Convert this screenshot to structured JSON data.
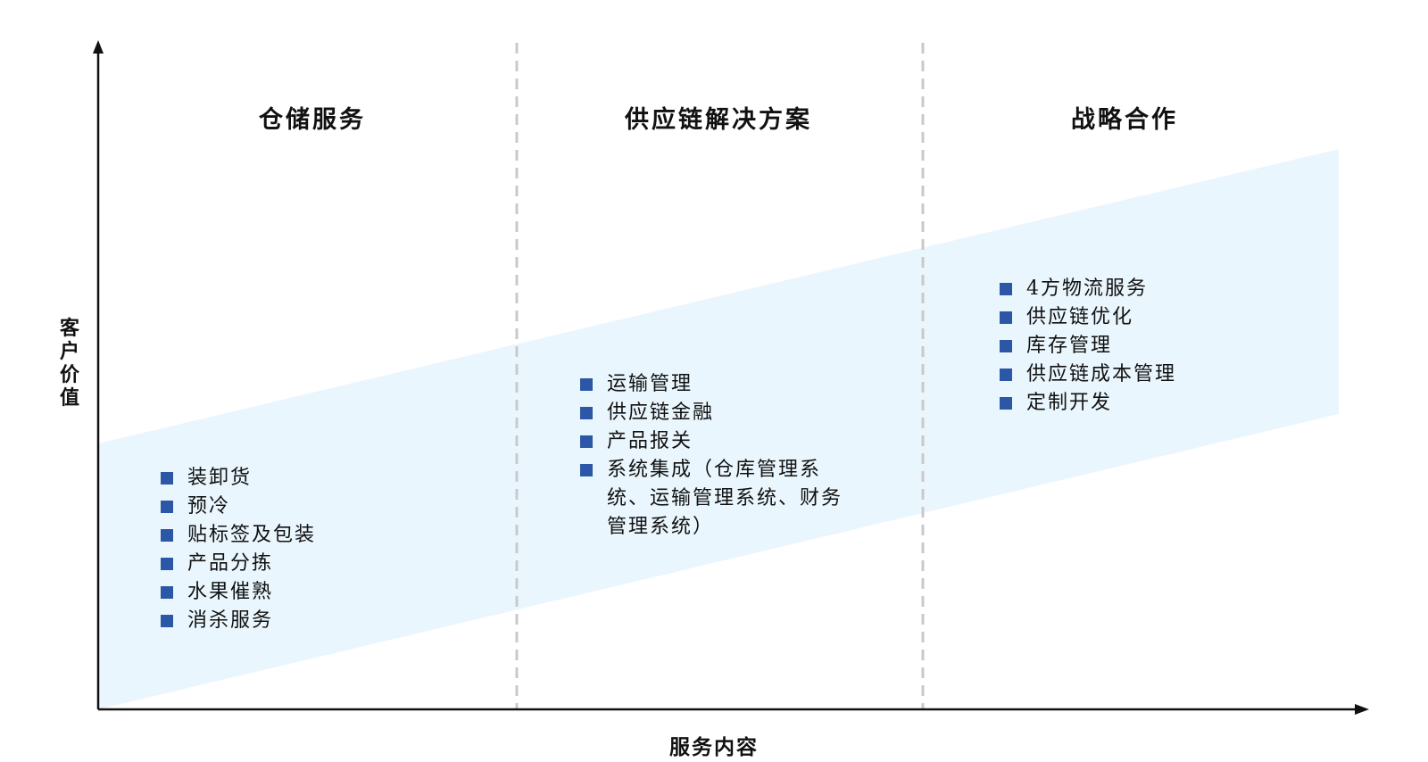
{
  "axes": {
    "y_label_chars": [
      "客",
      "户",
      "价",
      "值"
    ],
    "x_label": "服务内容"
  },
  "columns": [
    {
      "title": "仓储服务",
      "items": [
        "装卸货",
        "预冷",
        "贴标签及包装",
        "产品分拣",
        "水果催熟",
        "消杀服务"
      ]
    },
    {
      "title": "供应链解决方案",
      "items": [
        "运输管理",
        "供应链金融",
        "产品报关",
        "系统集成（仓库管理系统、运输管理系统、财务管理系统）"
      ]
    },
    {
      "title": "战略合作",
      "items": [
        "4方物流服务",
        "供应链优化",
        "库存管理",
        "供应链成本管理",
        "定制开发"
      ]
    }
  ],
  "colors": {
    "band": "#e6f4fc",
    "bullet": "#2b57a6",
    "axis": "#111111",
    "divider": "#c8c8c8"
  }
}
